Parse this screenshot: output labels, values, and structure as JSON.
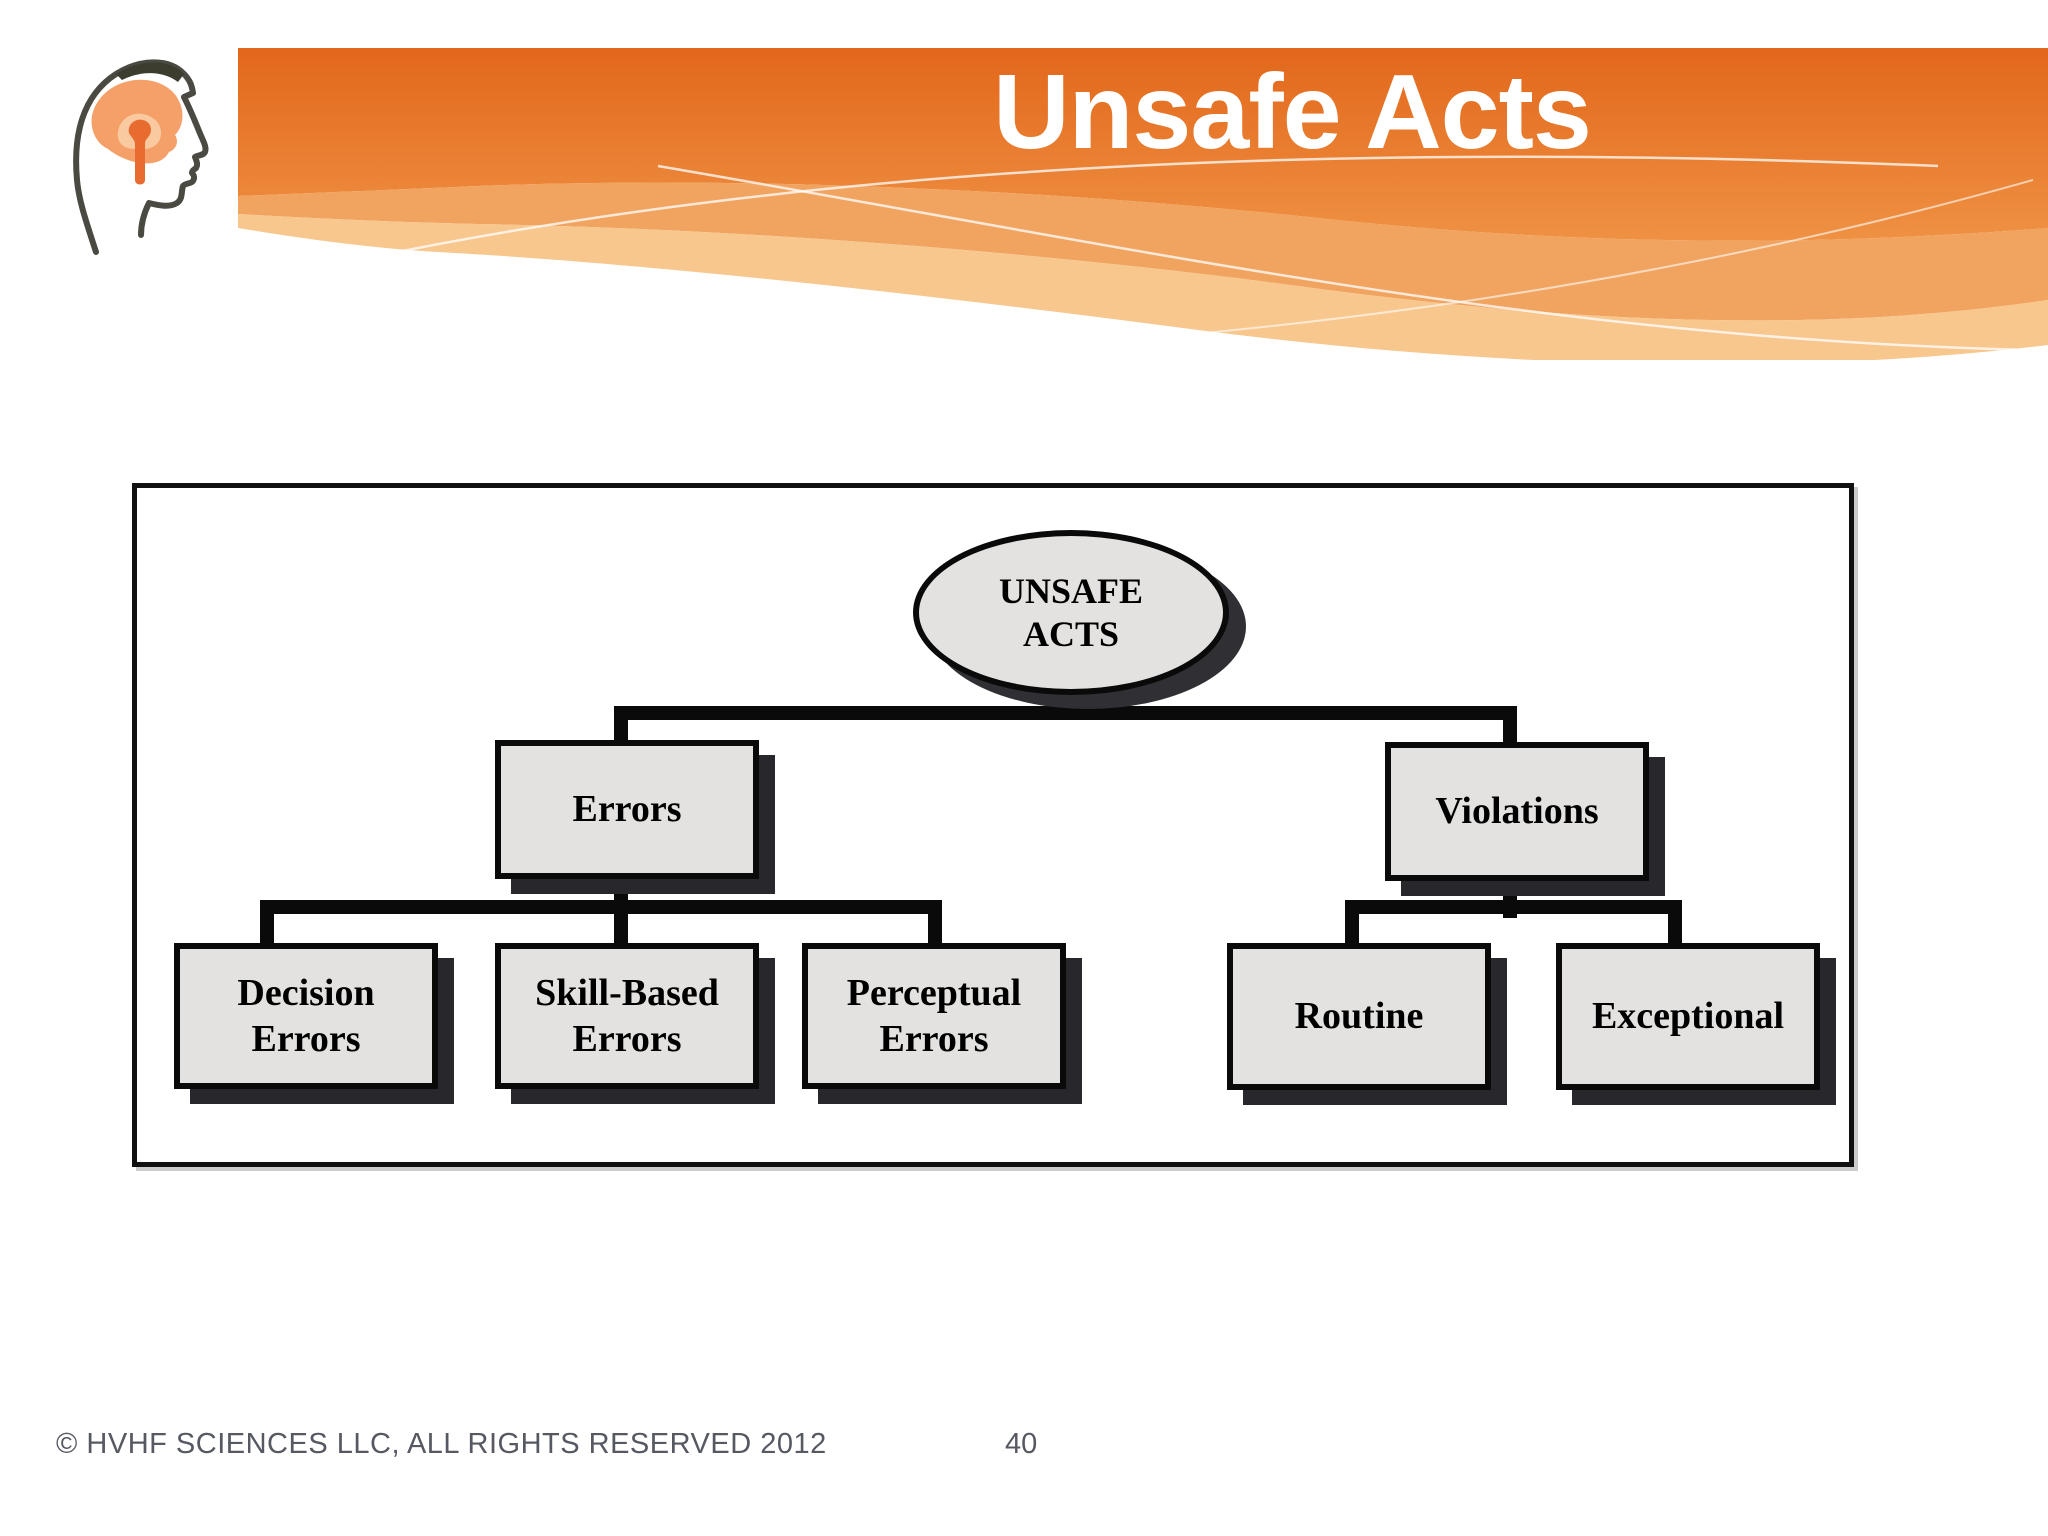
{
  "header": {
    "title": "Unsafe Acts",
    "logo_icon": "head-brain-icon"
  },
  "footer": {
    "copyright": "© HVHF SCIENCES LLC, ALL RIGHTS RESERVED 2012",
    "page_number": "40"
  },
  "diagram": {
    "root": {
      "line1": "UNSAFE",
      "line2": "ACTS"
    },
    "branches": [
      {
        "label": "Errors",
        "children": [
          {
            "line1": "Decision",
            "line2": "Errors"
          },
          {
            "line1": "Skill-Based",
            "line2": "Errors"
          },
          {
            "line1": "Perceptual",
            "line2": "Errors"
          }
        ]
      },
      {
        "label": "Violations",
        "children": [
          {
            "line1": "Routine"
          },
          {
            "line1": "Exceptional"
          }
        ]
      }
    ]
  },
  "colors": {
    "banner_orange_top": "#e2671b",
    "banner_orange_bottom": "#ef9143",
    "banner_wave_medium": "#f09a4f",
    "banner_wave_light": "#f7c488",
    "title_text": "#ffffff",
    "node_fill": "#e3e2e0",
    "node_border": "#0a0a0a",
    "node_shadow": "#28282c",
    "footer_text": "#565862"
  }
}
